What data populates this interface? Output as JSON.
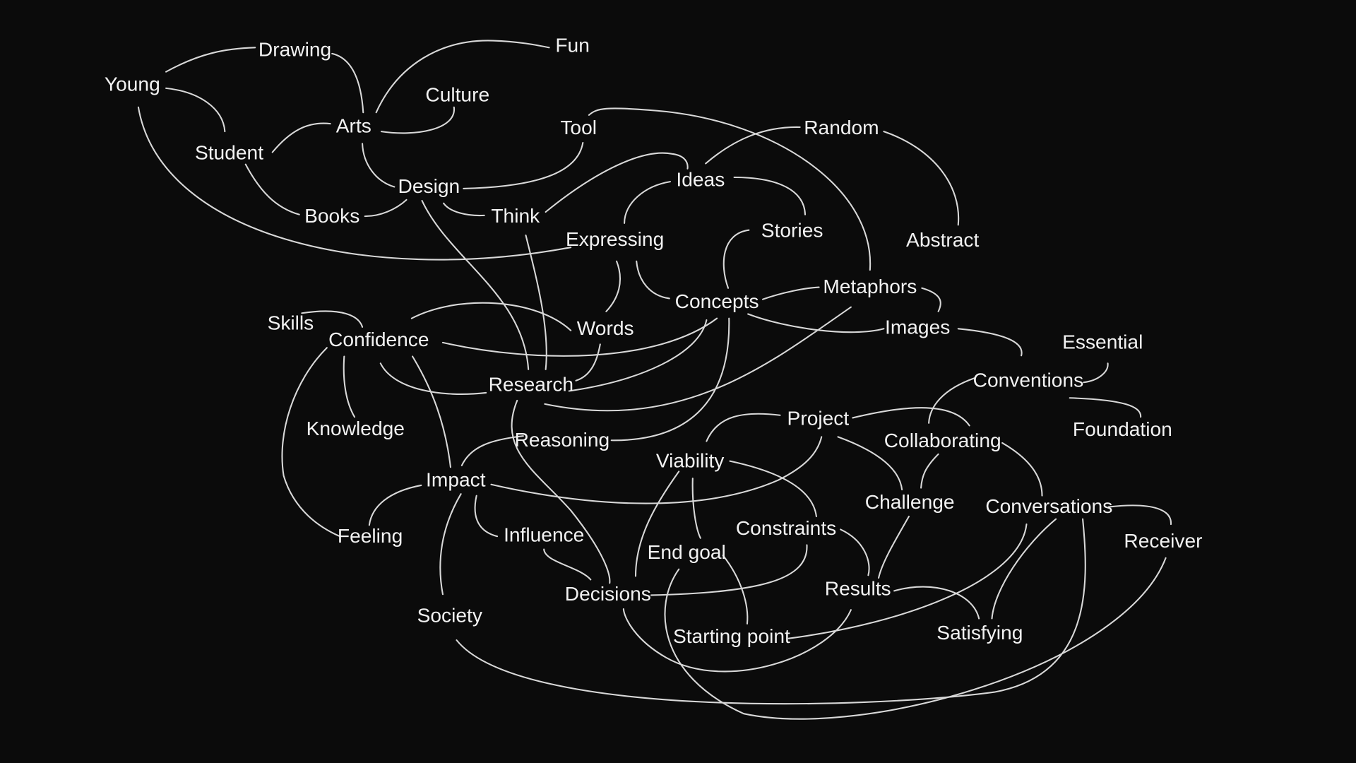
{
  "colors": {
    "background": "#0b0b0b",
    "line": "#d8d8d8",
    "text": "#f2f2f2"
  },
  "nodes": {
    "young": "Young",
    "drawing": "Drawing",
    "fun": "Fun",
    "culture": "Culture",
    "arts": "Arts",
    "student": "Student",
    "tool": "Tool",
    "random": "Random",
    "design": "Design",
    "ideas": "Ideas",
    "books": "Books",
    "think": "Think",
    "stories": "Stories",
    "expressing": "Expressing",
    "abstract": "Abstract",
    "metaphors": "Metaphors",
    "concepts": "Concepts",
    "skills": "Skills",
    "words": "Words",
    "images": "Images",
    "confidence": "Confidence",
    "essential": "Essential",
    "research": "Research",
    "conventions": "Conventions",
    "knowledge": "Knowledge",
    "project": "Project",
    "foundation": "Foundation",
    "reasoning": "Reasoning",
    "collaborating": "Collaborating",
    "viability": "Viability",
    "impact": "Impact",
    "challenge": "Challenge",
    "conversations": "Conversations",
    "constraints": "Constraints",
    "feeling": "Feeling",
    "influence": "Influence",
    "receiver": "Receiver",
    "end_goal": "End goal",
    "results": "Results",
    "decisions": "Decisions",
    "society": "Society",
    "satisfying": "Satisfying",
    "starting_point": "Starting point"
  }
}
